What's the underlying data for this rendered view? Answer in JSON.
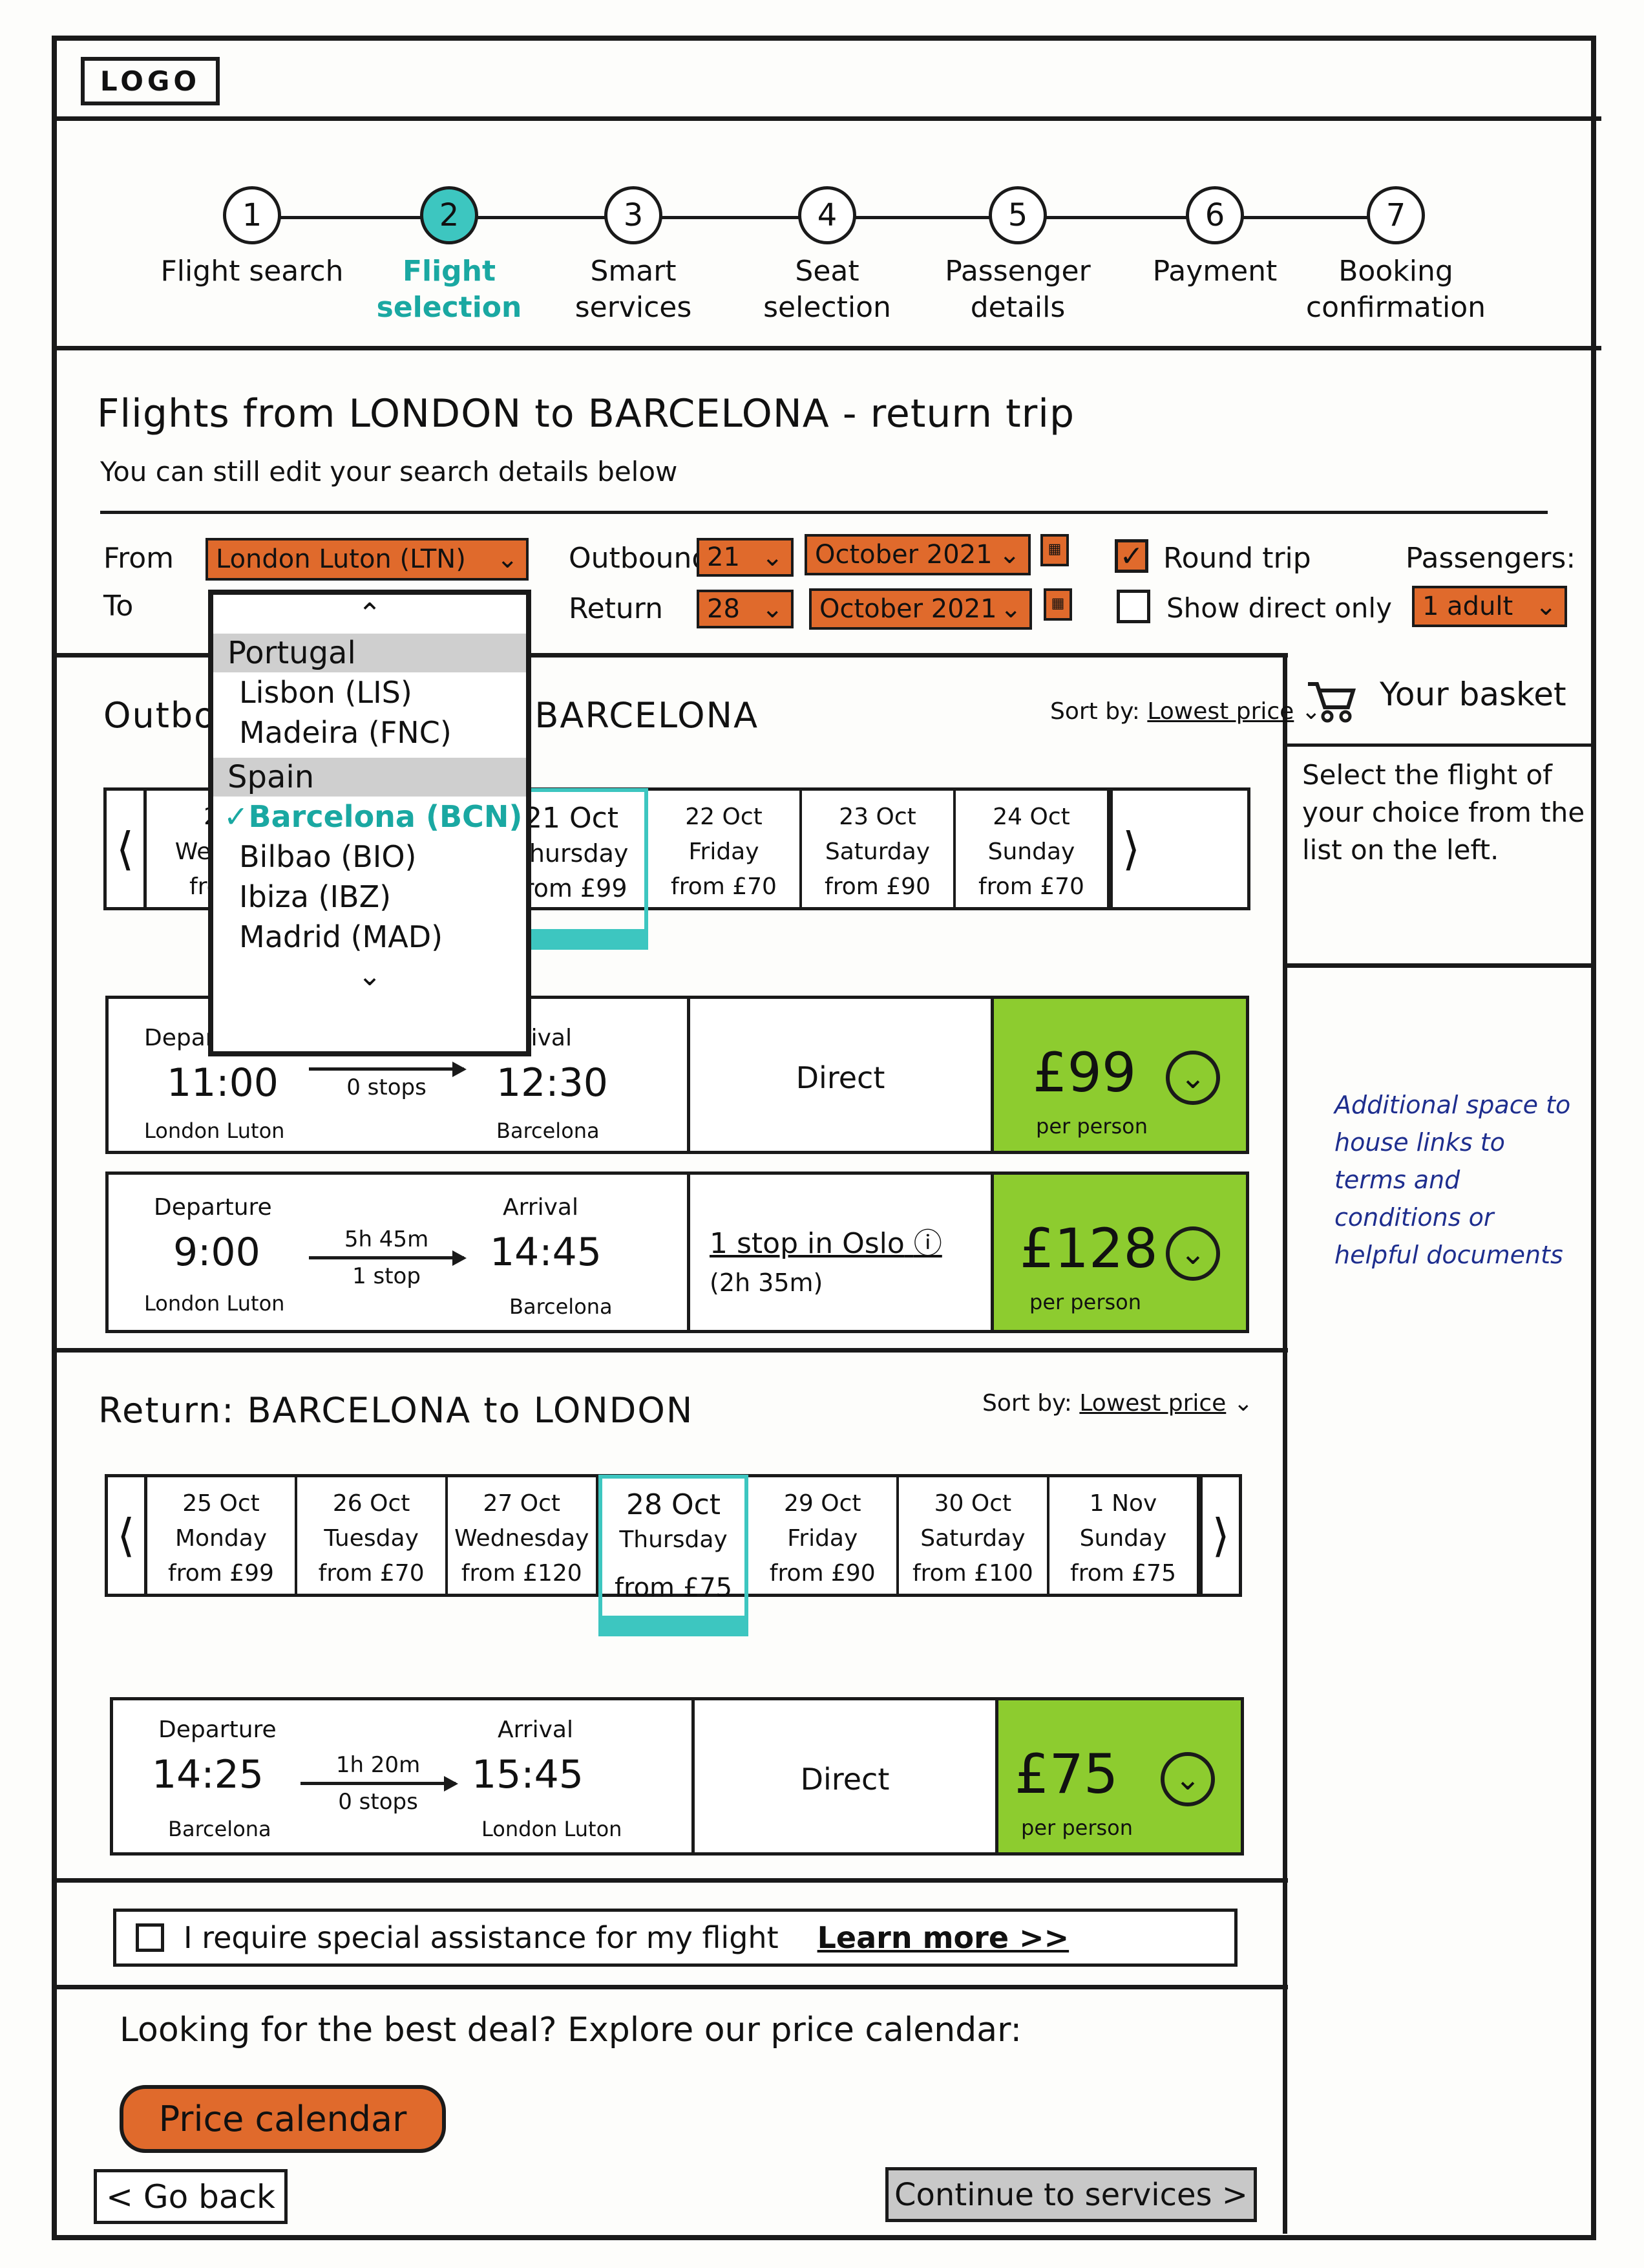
{
  "header": {
    "logo": "LOGO"
  },
  "stepper": [
    {
      "num": "1",
      "label": "Flight search"
    },
    {
      "num": "2",
      "label": "Flight selection"
    },
    {
      "num": "3",
      "label": "Smart services"
    },
    {
      "num": "4",
      "label": "Seat selection"
    },
    {
      "num": "5",
      "label": "Passenger details"
    },
    {
      "num": "6",
      "label": "Payment"
    },
    {
      "num": "7",
      "label": "Booking confirmation"
    }
  ],
  "search": {
    "title": "Flights from LONDON to BARCELONA - return trip",
    "subtitle": "You can still edit your search details below",
    "from_label": "From",
    "to_label": "To",
    "from_value": "London Luton (LTN)",
    "outbound_label": "Outbound",
    "outbound_day": "21",
    "outbound_month": "October 2021",
    "return_label": "Return",
    "return_day": "28",
    "return_month": "October 2021",
    "round_trip_label": "Round trip",
    "direct_only_label": "Show direct only",
    "passengers_label": "Passengers:",
    "passengers_value": "1 adult"
  },
  "dropdown": {
    "groups": [
      {
        "name": "Portugal",
        "options": [
          "Lisbon (LIS)",
          "Madeira (FNC)"
        ]
      },
      {
        "name": "Spain",
        "options": [
          "Barcelona (BCN)",
          "Bilbao (BIO)",
          "Ibiza (IBZ)",
          "Madrid (MAD)"
        ]
      }
    ],
    "selected": "Barcelona (BCN)"
  },
  "outbound": {
    "title": "Outbound: LONDON to BARCELONA",
    "sort_label": "Sort by:",
    "sort_value": "Lowest price",
    "days": [
      {
        "date": "20 Oct",
        "weekday": "Wednesday",
        "price": "from £70"
      },
      {
        "date": "21 Oct",
        "weekday": "Thursday",
        "price": "from £99"
      },
      {
        "date": "22 Oct",
        "weekday": "Friday",
        "price": "from £70"
      },
      {
        "date": "23 Oct",
        "weekday": "Saturday",
        "price": "from £90"
      },
      {
        "date": "24 Oct",
        "weekday": "Sunday",
        "price": "from £70"
      }
    ],
    "flights": [
      {
        "dep_label": "Departure",
        "dep_time": "11:00",
        "dep_city": "London Luton",
        "duration": "",
        "stops": "0 stops",
        "arr_label": "Arrival",
        "arr_time": "12:30",
        "arr_city": "Barcelona",
        "route": "Direct",
        "price": "£99",
        "per": "per person"
      },
      {
        "dep_label": "Departure",
        "dep_time": "9:00",
        "dep_city": "London Luton",
        "duration": "5h 45m",
        "stops": "1 stop",
        "arr_label": "Arrival",
        "arr_time": "14:45",
        "arr_city": "Barcelona",
        "route": "1 stop in Oslo",
        "layover": "(2h 35m)",
        "price": "£128",
        "per": "per person"
      }
    ]
  },
  "return": {
    "title": "Return: BARCELONA to LONDON",
    "sort_label": "Sort by:",
    "sort_value": "Lowest price",
    "days": [
      {
        "date": "25 Oct",
        "weekday": "Monday",
        "price": "from £99"
      },
      {
        "date": "26 Oct",
        "weekday": "Tuesday",
        "price": "from £70"
      },
      {
        "date": "27 Oct",
        "weekday": "Wednesday",
        "price": "from £120"
      },
      {
        "date": "28 Oct",
        "weekday": "Thursday",
        "price": "from £75"
      },
      {
        "date": "29 Oct",
        "weekday": "Friday",
        "price": "from £90"
      },
      {
        "date": "30 Oct",
        "weekday": "Saturday",
        "price": "from £100"
      },
      {
        "date": "1 Nov",
        "weekday": "Sunday",
        "price": "from £75"
      }
    ],
    "flights": [
      {
        "dep_label": "Departure",
        "dep_time": "14:25",
        "dep_city": "Barcelona",
        "duration": "1h 20m",
        "stops": "0 stops",
        "arr_label": "Arrival",
        "arr_time": "15:45",
        "arr_city": "London Luton",
        "route": "Direct",
        "price": "£75",
        "per": "per person"
      }
    ]
  },
  "basket": {
    "title": "Your basket",
    "text": "Select the flight of your choice from the list on the left.",
    "note": "Additional space to house links to terms and conditions or helpful documents"
  },
  "footer": {
    "assistance": "I require special assistance for my flight",
    "learn_more": "Learn more >>",
    "deal_text": "Looking for the best deal? Explore our price calendar:",
    "price_calendar": "Price calendar",
    "go_back": "< Go back",
    "continue": "Continue to services >"
  },
  "colors": {
    "accent": "#e06a2c",
    "selected": "#3dc6c0",
    "price": "#8dcc2f",
    "note": "#1e2e8e"
  },
  "icons": [
    "calendar-icon",
    "cart-icon",
    "info-icon",
    "chevron-left-icon",
    "chevron-right-icon",
    "chevron-down-icon",
    "chevron-up-icon",
    "check-icon"
  ]
}
